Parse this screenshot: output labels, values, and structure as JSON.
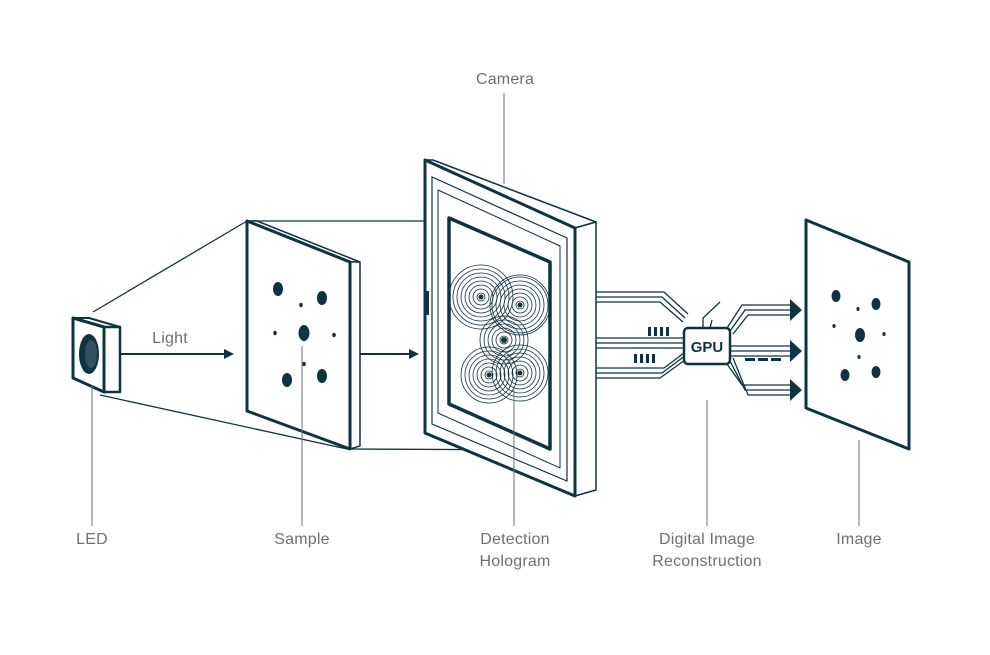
{
  "labels": {
    "camera": "Camera",
    "light": "Light",
    "led": "LED",
    "sample": "Sample",
    "detection_line1": "Detection",
    "detection_line2": "Hologram",
    "reconstruction_line1": "Digital Image",
    "reconstruction_line2": "Reconstruction",
    "image": "Image",
    "gpu": "GPU"
  },
  "colors": {
    "stroke": "#0f3340",
    "label": "#6b7176",
    "background": "#ffffff"
  }
}
